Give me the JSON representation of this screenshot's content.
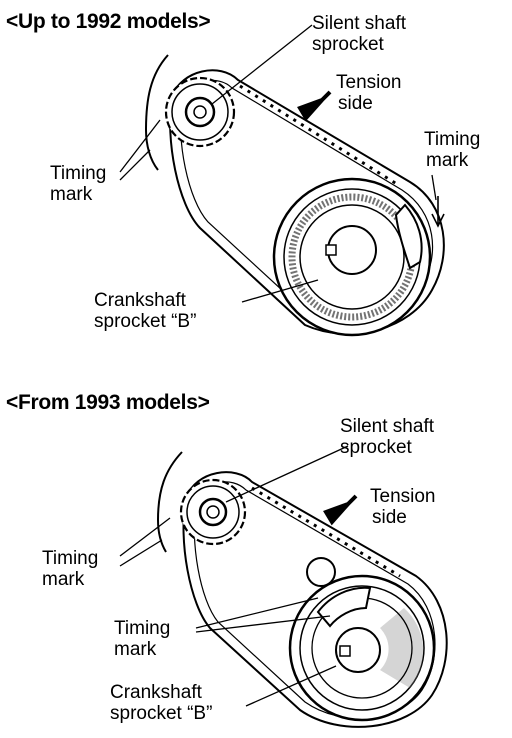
{
  "top_panel": {
    "heading": "<Up to 1992 models>",
    "silent_shaft_line1": "Silent  shaft",
    "silent_shaft_line2": "sprocket",
    "tension_line1": "Tension",
    "tension_line2": "side",
    "timing_mark_left_line1": "Timing",
    "timing_mark_left_line2": "mark",
    "timing_mark_right_line1": "Timing",
    "timing_mark_right_line2": "mark",
    "crankshaft_line1": "Crankshaft",
    "crankshaft_line2": "sprocket  “B”"
  },
  "bottom_panel": {
    "heading": "<From 1993 models>",
    "silent_shaft_line1": "Silent shaft",
    "silent_shaft_line2": "sprocket",
    "tension_line1": "Tension",
    "tension_line2": "side",
    "timing_mark_left_line1": "Timing",
    "timing_mark_left_line2": "mark",
    "timing_mark_mid_line1": "Timing",
    "timing_mark_mid_line2": "mark",
    "crankshaft_line1": "Crankshaft",
    "crankshaft_line2": "sprocket “B”"
  }
}
